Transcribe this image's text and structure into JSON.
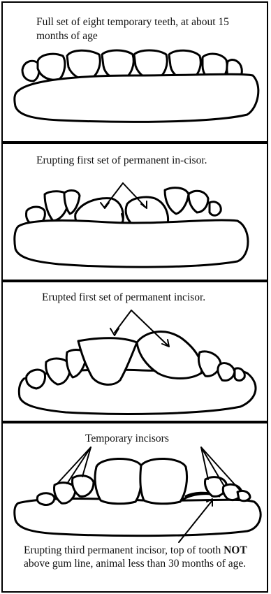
{
  "panels": [
    {
      "caption": "Full set of eight temporary teeth, at about 15 months of age"
    },
    {
      "caption": "Erupting first set of permanent in-cisor."
    },
    {
      "caption": "Erupted first set of permanent incisor."
    },
    {
      "label": "Temporary incisors",
      "caption_pre": "Erupting third permanent incisor, top of tooth ",
      "caption_bold": "NOT",
      "caption_post": " above gum line, animal less than 30 months of age."
    }
  ]
}
